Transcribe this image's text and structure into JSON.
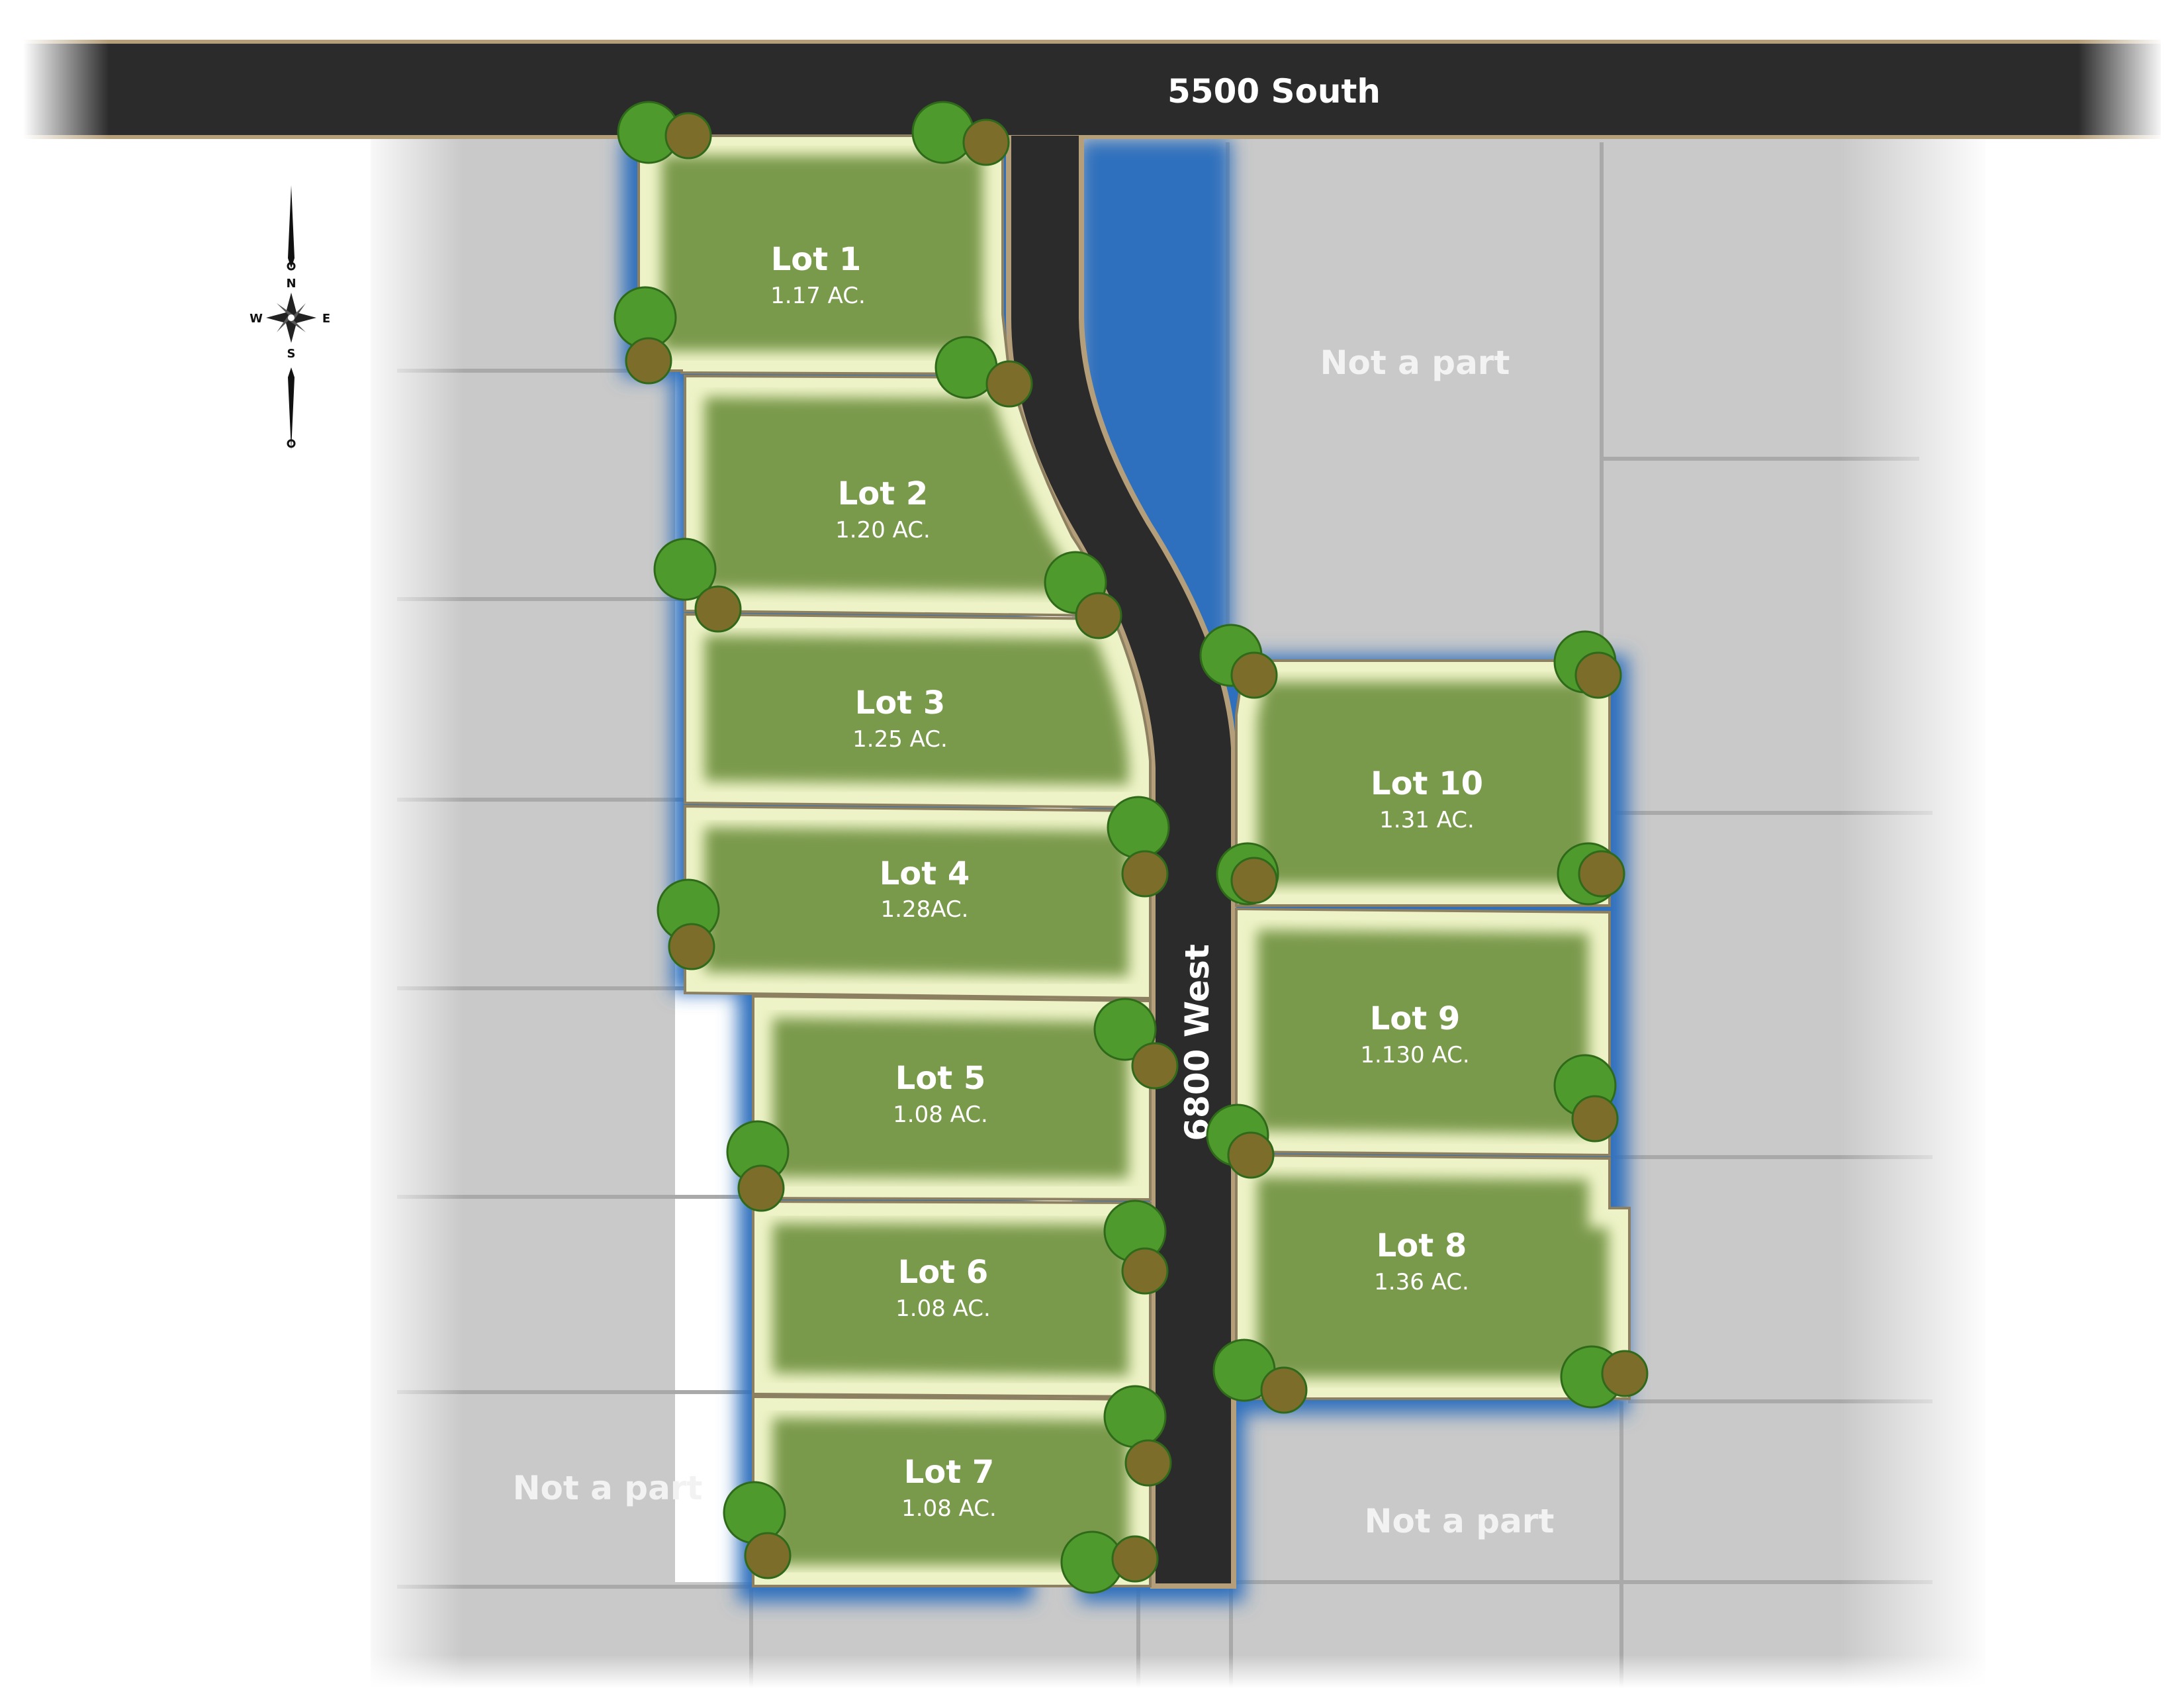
{
  "roads": {
    "south": "5500 South",
    "west": "6800 West"
  },
  "lots": [
    {
      "id": "lot-1",
      "name": "Lot 1",
      "area": "1.17 AC."
    },
    {
      "id": "lot-2",
      "name": "Lot 2",
      "area": "1.20 AC."
    },
    {
      "id": "lot-3",
      "name": "Lot 3",
      "area": "1.25 AC."
    },
    {
      "id": "lot-4",
      "name": "Lot 4",
      "area": "1.28AC."
    },
    {
      "id": "lot-5",
      "name": "Lot 5",
      "area": "1.08 AC."
    },
    {
      "id": "lot-6",
      "name": "Lot 6",
      "area": "1.08 AC."
    },
    {
      "id": "lot-7",
      "name": "Lot 7",
      "area": "1.08 AC."
    },
    {
      "id": "lot-8",
      "name": "Lot 8",
      "area": "1.36 AC."
    },
    {
      "id": "lot-9",
      "name": "Lot 9",
      "area": "1.130 AC."
    },
    {
      "id": "lot-10",
      "name": "Lot 10",
      "area": "1.31 AC."
    }
  ],
  "not_a_part": [
    "Not a part",
    "Not a part",
    "Not a part"
  ],
  "compass": {
    "n": "N",
    "s": "S",
    "e": "E",
    "w": "W"
  },
  "colors": {
    "lot_fill": "#7a9a4c",
    "lot_glow": "#eef3c7",
    "road": "#2b2b2b",
    "road_edge": "#b59f7a",
    "blue_outline": "#2f6fbd",
    "parcel_gray": "#c8c8c8",
    "tree": "#4e9a2c",
    "tree_dry": "#7d6d2a"
  }
}
